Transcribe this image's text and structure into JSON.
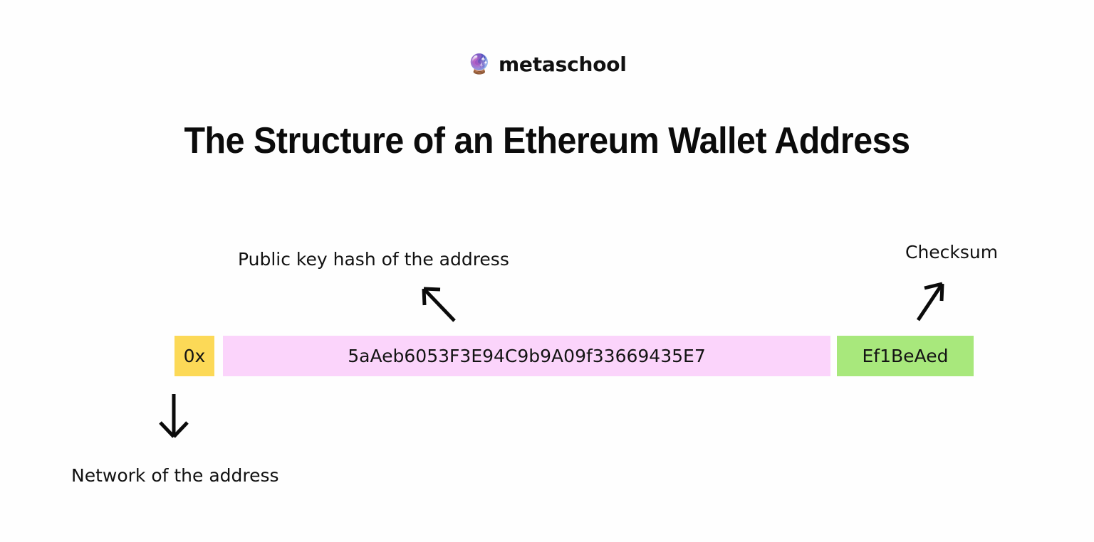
{
  "brand": {
    "logo_icon": "crystal-ball-icon",
    "logo_glyph": "🔮",
    "name": "metaschool"
  },
  "title": "The Structure of an Ethereum Wallet Address",
  "colors": {
    "background": "#fefefe",
    "prefix_box": "#fcd957",
    "hash_box": "#fbd4fb",
    "checksum_box": "#a8e87c",
    "text": "#111111"
  },
  "address_bar": {
    "segments": [
      {
        "key": "prefix",
        "value": "0x",
        "color": "#fcd957",
        "annotation": "Network of the address"
      },
      {
        "key": "hash",
        "value": "5aAeb6053F3E94C9b9A09f33669435E7",
        "color": "#fbd4fb",
        "annotation": "Public key hash of the address"
      },
      {
        "key": "checksum",
        "value": "Ef1BeAed",
        "color": "#a8e87c",
        "annotation": "Checksum"
      }
    ]
  },
  "annotations": {
    "hash_label": "Public key hash of the address",
    "checksum_label": "Checksum",
    "network_label": "Network of the address"
  },
  "arrows": [
    {
      "name": "arrow-to-hash-label",
      "direction": "up-left"
    },
    {
      "name": "arrow-to-checksum-label",
      "direction": "up-right"
    },
    {
      "name": "arrow-to-network-label",
      "direction": "down"
    }
  ]
}
